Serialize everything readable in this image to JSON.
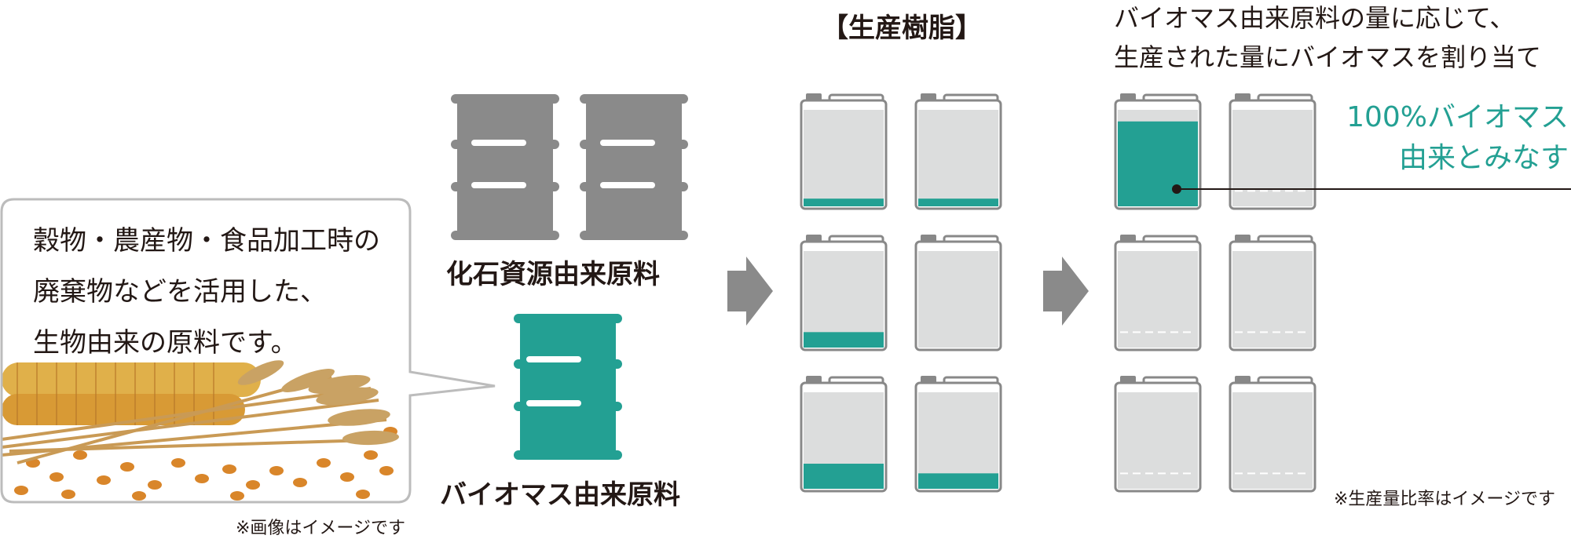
{
  "bubble": {
    "lines": [
      "穀物・農産物・食品加工時の",
      "廃棄物などを活用した、",
      "生物由来の原料です。"
    ],
    "image_note": "※画像はイメージです"
  },
  "feedstock": {
    "fossil_label": "化石資源由来原料",
    "bio_label": "バイオマス由来原料"
  },
  "resin": {
    "title": "【生産樹脂】",
    "bio_fill_levels": [
      0.08,
      0.08,
      0.16,
      0.0,
      0.26,
      0.16
    ]
  },
  "allocation": {
    "title_lines": [
      "バイオマス由来原料の量に応じて、",
      "生産された量にバイオマスを割り当て"
    ],
    "callout_lines": [
      "100%バイオマス",
      "由来とみなす"
    ],
    "note": "※生産量比率はイメージです"
  },
  "colors": {
    "teal": "#23a093",
    "gray": "#8a8a8a",
    "can_fill": "#dcdddd",
    "outline": "#888888"
  }
}
